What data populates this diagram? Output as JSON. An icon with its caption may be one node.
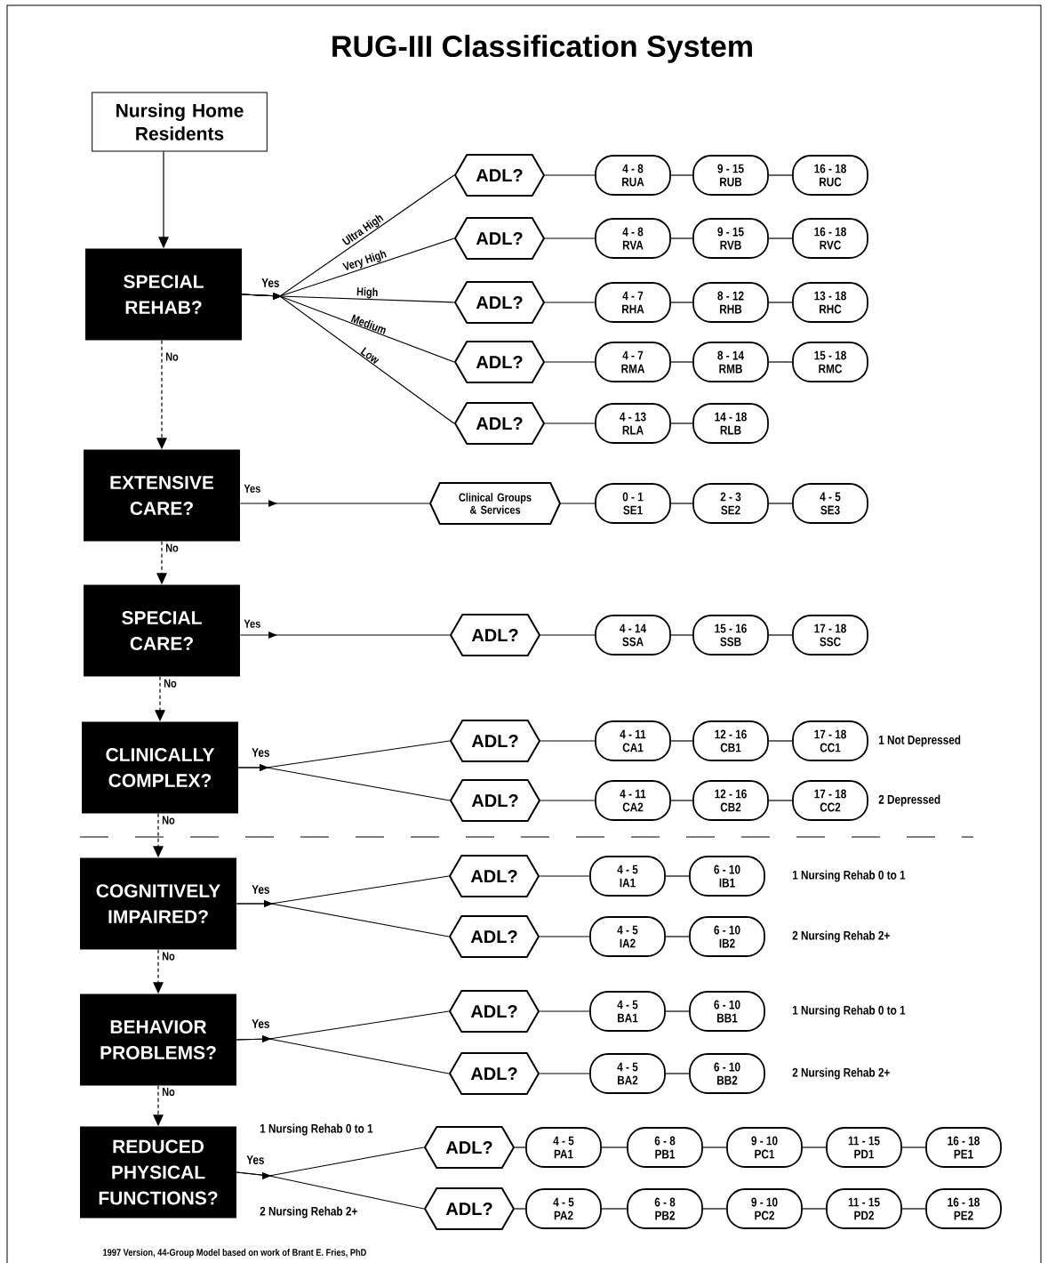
{
  "diagram": {
    "title": "RUG-III Classification System",
    "caption": "1997 Version, 44-Group Model based on work of Brant E. Fries, PhD",
    "nodes": [
      {
        "text": [
          "Nursing Home Residents"
        ]
      },
      {
        "text": [
          "SPECIAL REHAB?"
        ]
      },
      {
        "text": [
          "ADL?"
        ]
      },
      {
        "text": [
          "4 - 8",
          "RUA"
        ]
      },
      {
        "text": [
          "9 - 15",
          "RUB"
        ]
      },
      {
        "text": [
          "16 - 18",
          "RUC"
        ]
      },
      {
        "text": [
          "ADL?"
        ]
      },
      {
        "text": [
          "4 - 8",
          "RVA"
        ]
      },
      {
        "text": [
          "9 - 15",
          "RVB"
        ]
      },
      {
        "text": [
          "16 - 18",
          "RVC"
        ]
      },
      {
        "text": [
          "ADL?"
        ]
      },
      {
        "text": [
          "4 - 7",
          "RHA"
        ]
      },
      {
        "text": [
          "8 - 12",
          "RHB"
        ]
      },
      {
        "text": [
          "13 - 18",
          "RHC"
        ]
      },
      {
        "text": [
          "ADL?"
        ]
      },
      {
        "text": [
          "4 - 7",
          "RMA"
        ]
      },
      {
        "text": [
          "8 - 14",
          "RMB"
        ]
      },
      {
        "text": [
          "15 - 18",
          "RMC"
        ]
      },
      {
        "text": [
          "ADL?"
        ]
      },
      {
        "text": [
          "4 - 13",
          "RLA"
        ]
      },
      {
        "text": [
          "14 - 18",
          "RLB"
        ]
      },
      {
        "text": [
          "EXTENSIVE CARE?"
        ]
      },
      {
        "text": [
          "Clinical Groups & Services"
        ]
      },
      {
        "text": [
          "0 - 1",
          "SE1"
        ]
      },
      {
        "text": [
          "2 - 3",
          "SE2"
        ]
      },
      {
        "text": [
          "4 - 5",
          "SE3"
        ]
      },
      {
        "text": [
          "SPECIAL CARE?"
        ]
      },
      {
        "text": [
          "ADL?"
        ]
      },
      {
        "text": [
          "4 - 14",
          "SSA"
        ]
      },
      {
        "text": [
          "15 - 16",
          "SSB"
        ]
      },
      {
        "text": [
          "17 - 18",
          "SSC"
        ]
      },
      {
        "text": [
          "CLINICALLY COMPLEX?"
        ]
      },
      {
        "text": [
          "ADL?"
        ]
      },
      {
        "text": [
          "4 - 11",
          "CA1"
        ]
      },
      {
        "text": [
          "12 - 16",
          "CB1"
        ]
      },
      {
        "text": [
          "17 - 18",
          "CC1"
        ]
      },
      {
        "text": [
          "ADL?"
        ]
      },
      {
        "text": [
          "4 - 11",
          "CA2"
        ]
      },
      {
        "text": [
          "12 - 16",
          "CB2"
        ]
      },
      {
        "text": [
          "17 - 18",
          "CC2"
        ]
      },
      {
        "text": [
          "COGNITIVELY IMPAIRED?"
        ]
      },
      {
        "text": [
          "ADL?"
        ]
      },
      {
        "text": [
          "4 - 5",
          "IA1"
        ]
      },
      {
        "text": [
          "6 - 10",
          "IB1"
        ]
      },
      {
        "text": [
          "ADL?"
        ]
      },
      {
        "text": [
          "4 - 5",
          "IA2"
        ]
      },
      {
        "text": [
          "6 - 10",
          "IB2"
        ]
      },
      {
        "text": [
          "BEHAVIOR PROBLEMS?"
        ]
      },
      {
        "text": [
          "ADL?"
        ]
      },
      {
        "text": [
          "4 - 5",
          "BA1"
        ]
      },
      {
        "text": [
          "6 - 10",
          "BB1"
        ]
      },
      {
        "text": [
          "ADL?"
        ]
      },
      {
        "text": [
          "4 - 5",
          "BA2"
        ]
      },
      {
        "text": [
          "6 - 10",
          "BB2"
        ]
      },
      {
        "text": [
          "REDUCED PHYSICAL FUNCTIONS?"
        ]
      },
      {
        "text": [
          "ADL?"
        ]
      },
      {
        "text": [
          "4 - 5",
          "PA1"
        ]
      },
      {
        "text": [
          "6 - 8",
          "PB1"
        ]
      },
      {
        "text": [
          "9 - 10",
          "PC1"
        ]
      },
      {
        "text": [
          "11 - 15",
          "PD1"
        ]
      },
      {
        "text": [
          "16 - 18",
          "PE1"
        ]
      },
      {
        "text": [
          "ADL?"
        ]
      },
      {
        "text": [
          "4 - 5",
          "PA2"
        ]
      },
      {
        "text": [
          "6 - 8",
          "PB2"
        ]
      },
      {
        "text": [
          "9 - 10",
          "PC2"
        ]
      },
      {
        "text": [
          "11 - 15",
          "PD2"
        ]
      },
      {
        "text": [
          "16 - 18",
          "PE2"
        ]
      }
    ],
    "edges": [
      {
        "from": 0,
        "to": 1,
        "arrow": "to"
      },
      {
        "from": 1,
        "to": 2,
        "arrow": "to",
        "label": "Ultra High"
      },
      {
        "from": 1,
        "to": 6,
        "arrow": "to",
        "label": "Very High"
      },
      {
        "from": 1,
        "to": 10,
        "arrow": "to",
        "label": "High"
      },
      {
        "from": 1,
        "to": 14,
        "arrow": "to",
        "label": "Medium"
      },
      {
        "from": 1,
        "to": 18,
        "arrow": "to",
        "label": "Low"
      },
      {
        "from": 2,
        "to": 3,
        "arrow": "none"
      },
      {
        "from": 3,
        "to": 4,
        "arrow": "none"
      },
      {
        "from": 4,
        "to": 5,
        "arrow": "none"
      },
      {
        "from": 6,
        "to": 7,
        "arrow": "none"
      },
      {
        "from": 7,
        "to": 8,
        "arrow": "none"
      },
      {
        "from": 8,
        "to": 9,
        "arrow": "none"
      },
      {
        "from": 10,
        "to": 11,
        "arrow": "none"
      },
      {
        "from": 11,
        "to": 12,
        "arrow": "none"
      },
      {
        "from": 12,
        "to": 13,
        "arrow": "none"
      },
      {
        "from": 14,
        "to": 15,
        "arrow": "none"
      },
      {
        "from": 15,
        "to": 16,
        "arrow": "none"
      },
      {
        "from": 16,
        "to": 17,
        "arrow": "none"
      },
      {
        "from": 18,
        "to": 19,
        "arrow": "none"
      },
      {
        "from": 19,
        "to": 20,
        "arrow": "none"
      },
      {
        "from": 1,
        "to": 21,
        "arrow": "to",
        "label": "No",
        "style": "dashed"
      },
      {
        "from": 21,
        "to": 22,
        "arrow": "to",
        "label": "Yes"
      },
      {
        "from": 22,
        "to": 23,
        "arrow": "none"
      },
      {
        "from": 23,
        "to": 24,
        "arrow": "none"
      },
      {
        "from": 24,
        "to": 25,
        "arrow": "none"
      },
      {
        "from": 21,
        "to": 26,
        "arrow": "to",
        "label": "No",
        "style": "dashed"
      },
      {
        "from": 26,
        "to": 27,
        "arrow": "to",
        "label": "Yes"
      },
      {
        "from": 27,
        "to": 28,
        "arrow": "none"
      },
      {
        "from": 28,
        "to": 29,
        "arrow": "none"
      },
      {
        "from": 29,
        "to": 30,
        "arrow": "none"
      },
      {
        "from": 26,
        "to": 31,
        "arrow": "to",
        "label": "No",
        "style": "dashed"
      },
      {
        "from": 31,
        "to": 32,
        "arrow": "to"
      },
      {
        "from": 31,
        "to": 36,
        "arrow": "to"
      },
      {
        "from": 32,
        "to": 33,
        "arrow": "none"
      },
      {
        "from": 33,
        "to": 34,
        "arrow": "none"
      },
      {
        "from": 34,
        "to": 35,
        "arrow": "none"
      },
      {
        "from": 36,
        "to": 37,
        "arrow": "none"
      },
      {
        "from": 37,
        "to": 38,
        "arrow": "none"
      },
      {
        "from": 38,
        "to": 39,
        "arrow": "none"
      },
      {
        "from": 31,
        "to": 40,
        "arrow": "to",
        "label": "No",
        "style": "dashed"
      },
      {
        "from": 40,
        "to": 41,
        "arrow": "to"
      },
      {
        "from": 40,
        "to": 44,
        "arrow": "to"
      },
      {
        "from": 41,
        "to": 42,
        "arrow": "none"
      },
      {
        "from": 42,
        "to": 43,
        "arrow": "none"
      },
      {
        "from": 44,
        "to": 45,
        "arrow": "none"
      },
      {
        "from": 45,
        "to": 46,
        "arrow": "none"
      },
      {
        "from": 40,
        "to": 47,
        "arrow": "to",
        "label": "No",
        "style": "dashed"
      },
      {
        "from": 47,
        "to": 48,
        "arrow": "to"
      },
      {
        "from": 47,
        "to": 51,
        "arrow": "to"
      },
      {
        "from": 48,
        "to": 49,
        "arrow": "none"
      },
      {
        "from": 49,
        "to": 50,
        "arrow": "none"
      },
      {
        "from": 51,
        "to": 52,
        "arrow": "none"
      },
      {
        "from": 52,
        "to": 53,
        "arrow": "none"
      },
      {
        "from": 47,
        "to": 54,
        "arrow": "to",
        "label": "No",
        "style": "dashed"
      },
      {
        "from": 54,
        "to": 55,
        "arrow": "to"
      },
      {
        "from": 54,
        "to": 61,
        "arrow": "to"
      },
      {
        "from": 55,
        "to": 56,
        "arrow": "none"
      },
      {
        "from": 56,
        "to": 57,
        "arrow": "none"
      },
      {
        "from": 57,
        "to": 58,
        "arrow": "none"
      },
      {
        "from": 58,
        "to": 59,
        "arrow": "none"
      },
      {
        "from": 59,
        "to": 60,
        "arrow": "none"
      },
      {
        "from": 61,
        "to": 62,
        "arrow": "none"
      },
      {
        "from": 62,
        "to": 63,
        "arrow": "none"
      },
      {
        "from": 63,
        "to": 64,
        "arrow": "none"
      },
      {
        "from": 64,
        "to": 65,
        "arrow": "none"
      },
      {
        "from": 65,
        "to": 66,
        "arrow": "none"
      }
    ],
    "labels": [
      "Yes",
      "Yes",
      "1 Not Depressed",
      "2 Depressed",
      "Yes",
      "1 Nursing Rehab 0 to 1",
      "2 Nursing Rehab 2+",
      "Yes",
      "1 Nursing Rehab 0 to 1",
      "2 Nursing Rehab 2+",
      "1 Nursing Rehab 0 to 1",
      "Yes",
      "2 Nursing Rehab 2+"
    ]
  }
}
